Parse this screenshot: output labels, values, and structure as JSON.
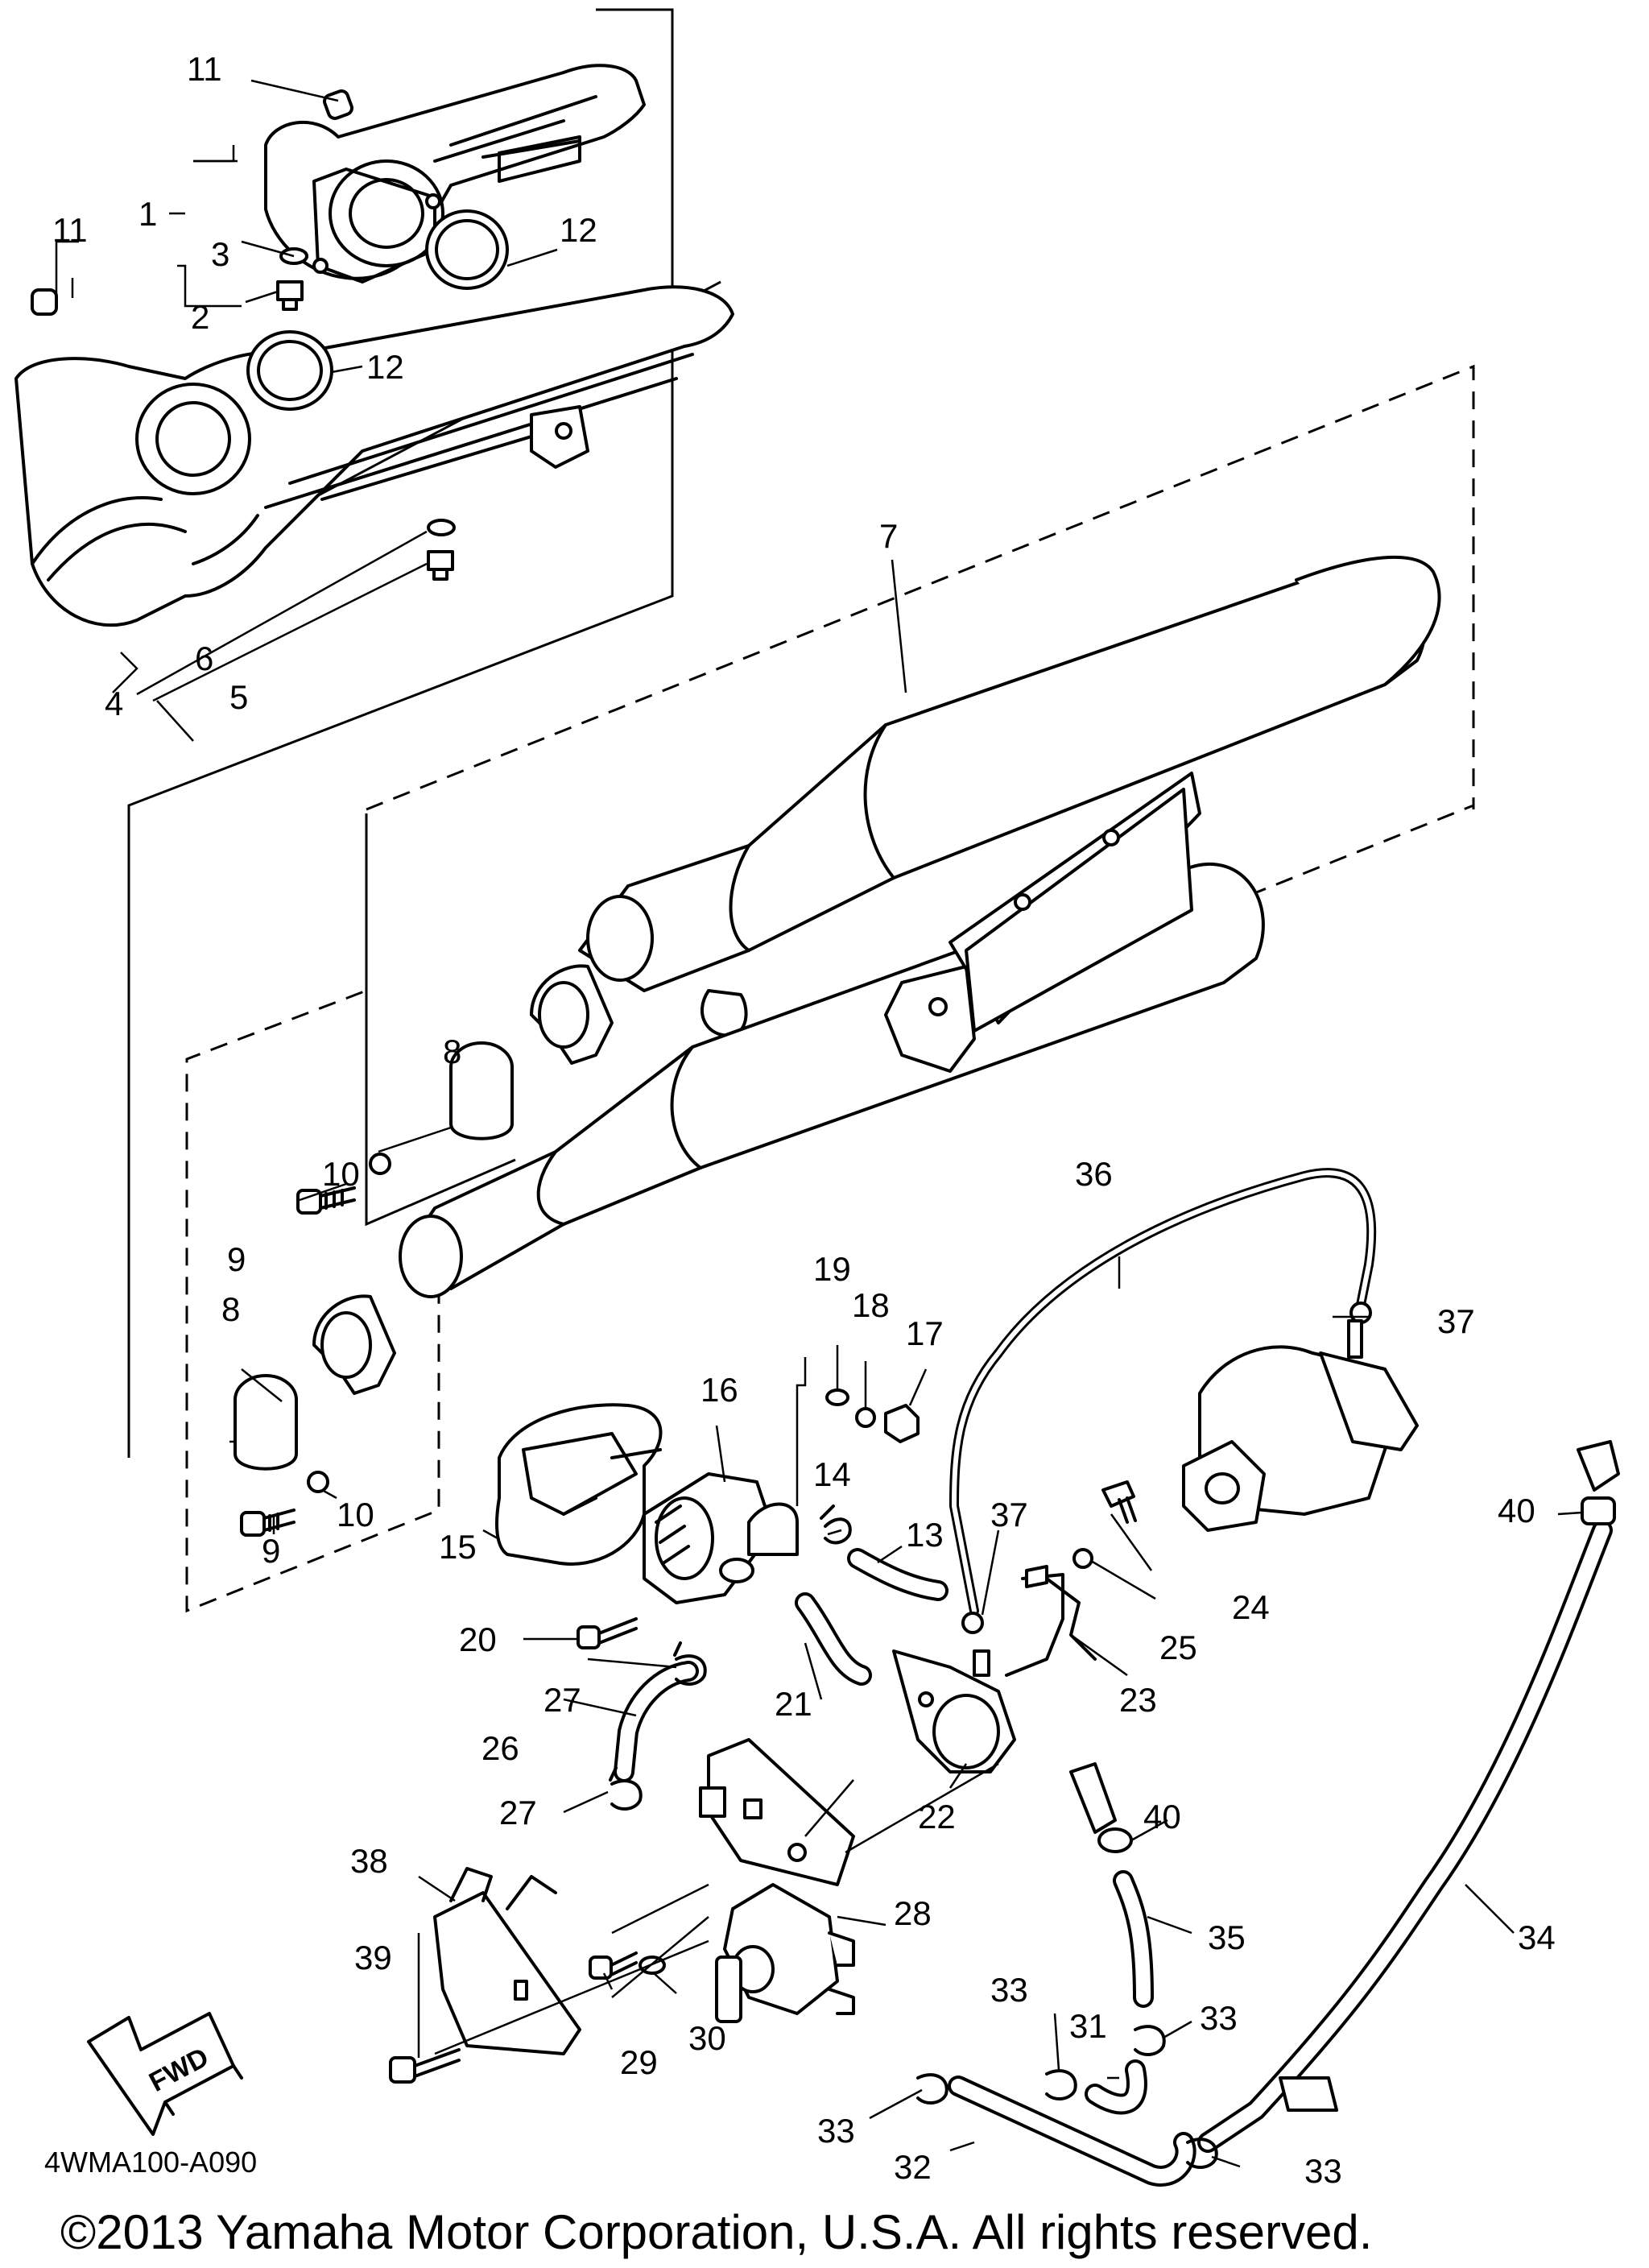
{
  "diagram_code": "4WMA100-A090",
  "copyright": "©2013 Yamaha Motor Corporation, U.S.A. All rights reserved.",
  "fwd_label": "FWD",
  "icons": {
    "fwd_arrow": "fwd-arrow-icon"
  },
  "callouts": {
    "c1": "1",
    "c2": "2",
    "c3": "3",
    "c4": "4",
    "c5": "5",
    "c6": "6",
    "c7": "7",
    "c8a": "8",
    "c8b": "8",
    "c9a": "9",
    "c9b": "9",
    "c10a": "10",
    "c10b": "10",
    "c11a": "11",
    "c11b": "11",
    "c12a": "12",
    "c12b": "12",
    "c13": "13",
    "c14": "14",
    "c15": "15",
    "c16": "16",
    "c17": "17",
    "c18": "18",
    "c19": "19",
    "c20": "20",
    "c21": "21",
    "c22": "22",
    "c23": "23",
    "c24": "24",
    "c25": "25",
    "c26": "26",
    "c27a": "27",
    "c27b": "27",
    "c28": "28",
    "c29": "29",
    "c30": "30",
    "c31": "31",
    "c32": "32",
    "c33a": "33",
    "c33b": "33",
    "c33c": "33",
    "c33d": "33",
    "c34": "34",
    "c35": "35",
    "c36": "36",
    "c37a": "37",
    "c37b": "37",
    "c38": "38",
    "c39": "39",
    "c40a": "40",
    "c40b": "40"
  }
}
